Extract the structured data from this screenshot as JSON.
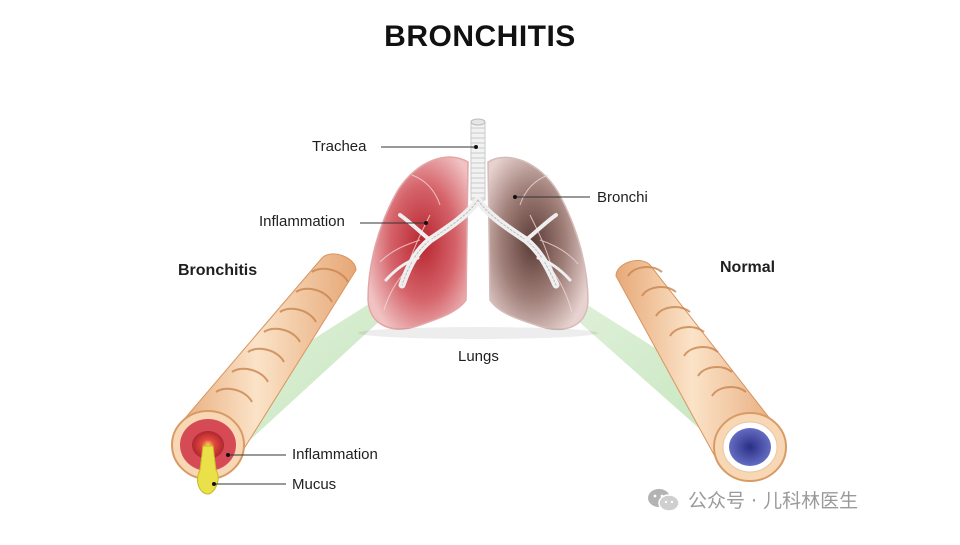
{
  "title": "BRONCHITIS",
  "labels": {
    "trachea": "Trachea",
    "bronchi": "Bronchi",
    "inflammation_top": "Inflammation",
    "lungs": "Lungs",
    "bronchitis_side": "Bronchitis",
    "normal_side": "Normal",
    "inflammation_bottom": "Inflammation",
    "mucus": "Mucus"
  },
  "watermark": {
    "text": "公众号 · 儿科林医生",
    "icon": "wechat-icon"
  },
  "colors": {
    "inflamed_lung": "#c9474f",
    "normal_lung": "#8f6e68",
    "tube_outer": "#f2c9a0",
    "inflamed_lumen": "#c8323c",
    "normal_lumen": "#3b3f9e",
    "mucus": "#e6dc3a",
    "zoom_cone": "#cfe8c8"
  }
}
